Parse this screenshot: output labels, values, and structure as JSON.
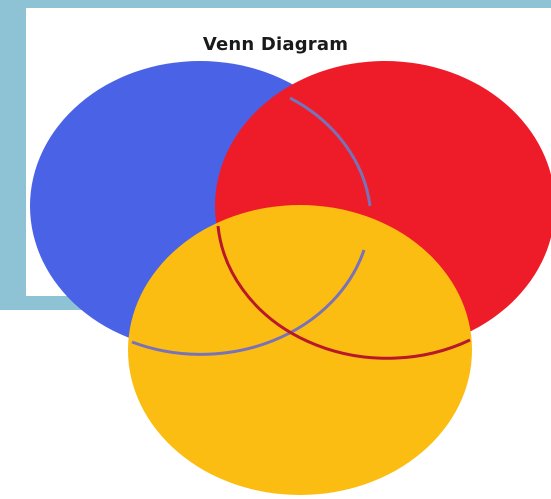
{
  "title": "Venn Diagram",
  "colors": {
    "set_a": "#4a62e6",
    "set_b": "#ee1c28",
    "set_c": "#fbbd12",
    "backdrop": "#8ec3d6",
    "outline_a": "#7a72b8",
    "outline_b": "#b8182a"
  },
  "sets": [
    {
      "id": "a",
      "color_key": "set_a"
    },
    {
      "id": "b",
      "color_key": "set_b"
    },
    {
      "id": "c",
      "color_key": "set_c"
    }
  ]
}
